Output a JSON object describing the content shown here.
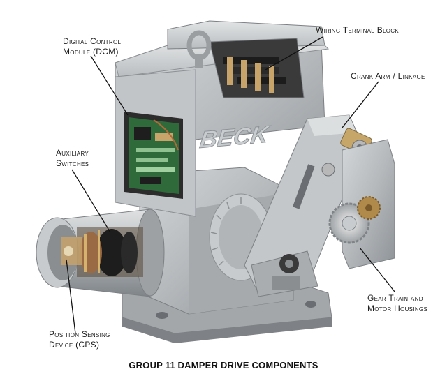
{
  "labels": {
    "dcm": {
      "line1": "Digital Control",
      "line2": "Module (DCM)"
    },
    "wiring": {
      "line1": "Wiring Terminal Block"
    },
    "crank": {
      "line1": "Crank Arm / Linkage"
    },
    "aux": {
      "line1": "Auxiliary",
      "line2": "Switches"
    },
    "gear": {
      "line1": "Gear Train and",
      "line2": "Motor Housings"
    },
    "cps": {
      "line1": "Position Sensing",
      "line2": "Device (CPS)"
    }
  },
  "brand": "BECK",
  "caption": "GROUP 11 DAMPER DRIVE COMPONENTS",
  "colors": {
    "housing": "#b8bcbf",
    "housing_dark": "#8d9296",
    "housing_light": "#d6d9db",
    "pcb": "#2f6b3a",
    "copper": "#b06a3a",
    "leader": "#111111"
  }
}
